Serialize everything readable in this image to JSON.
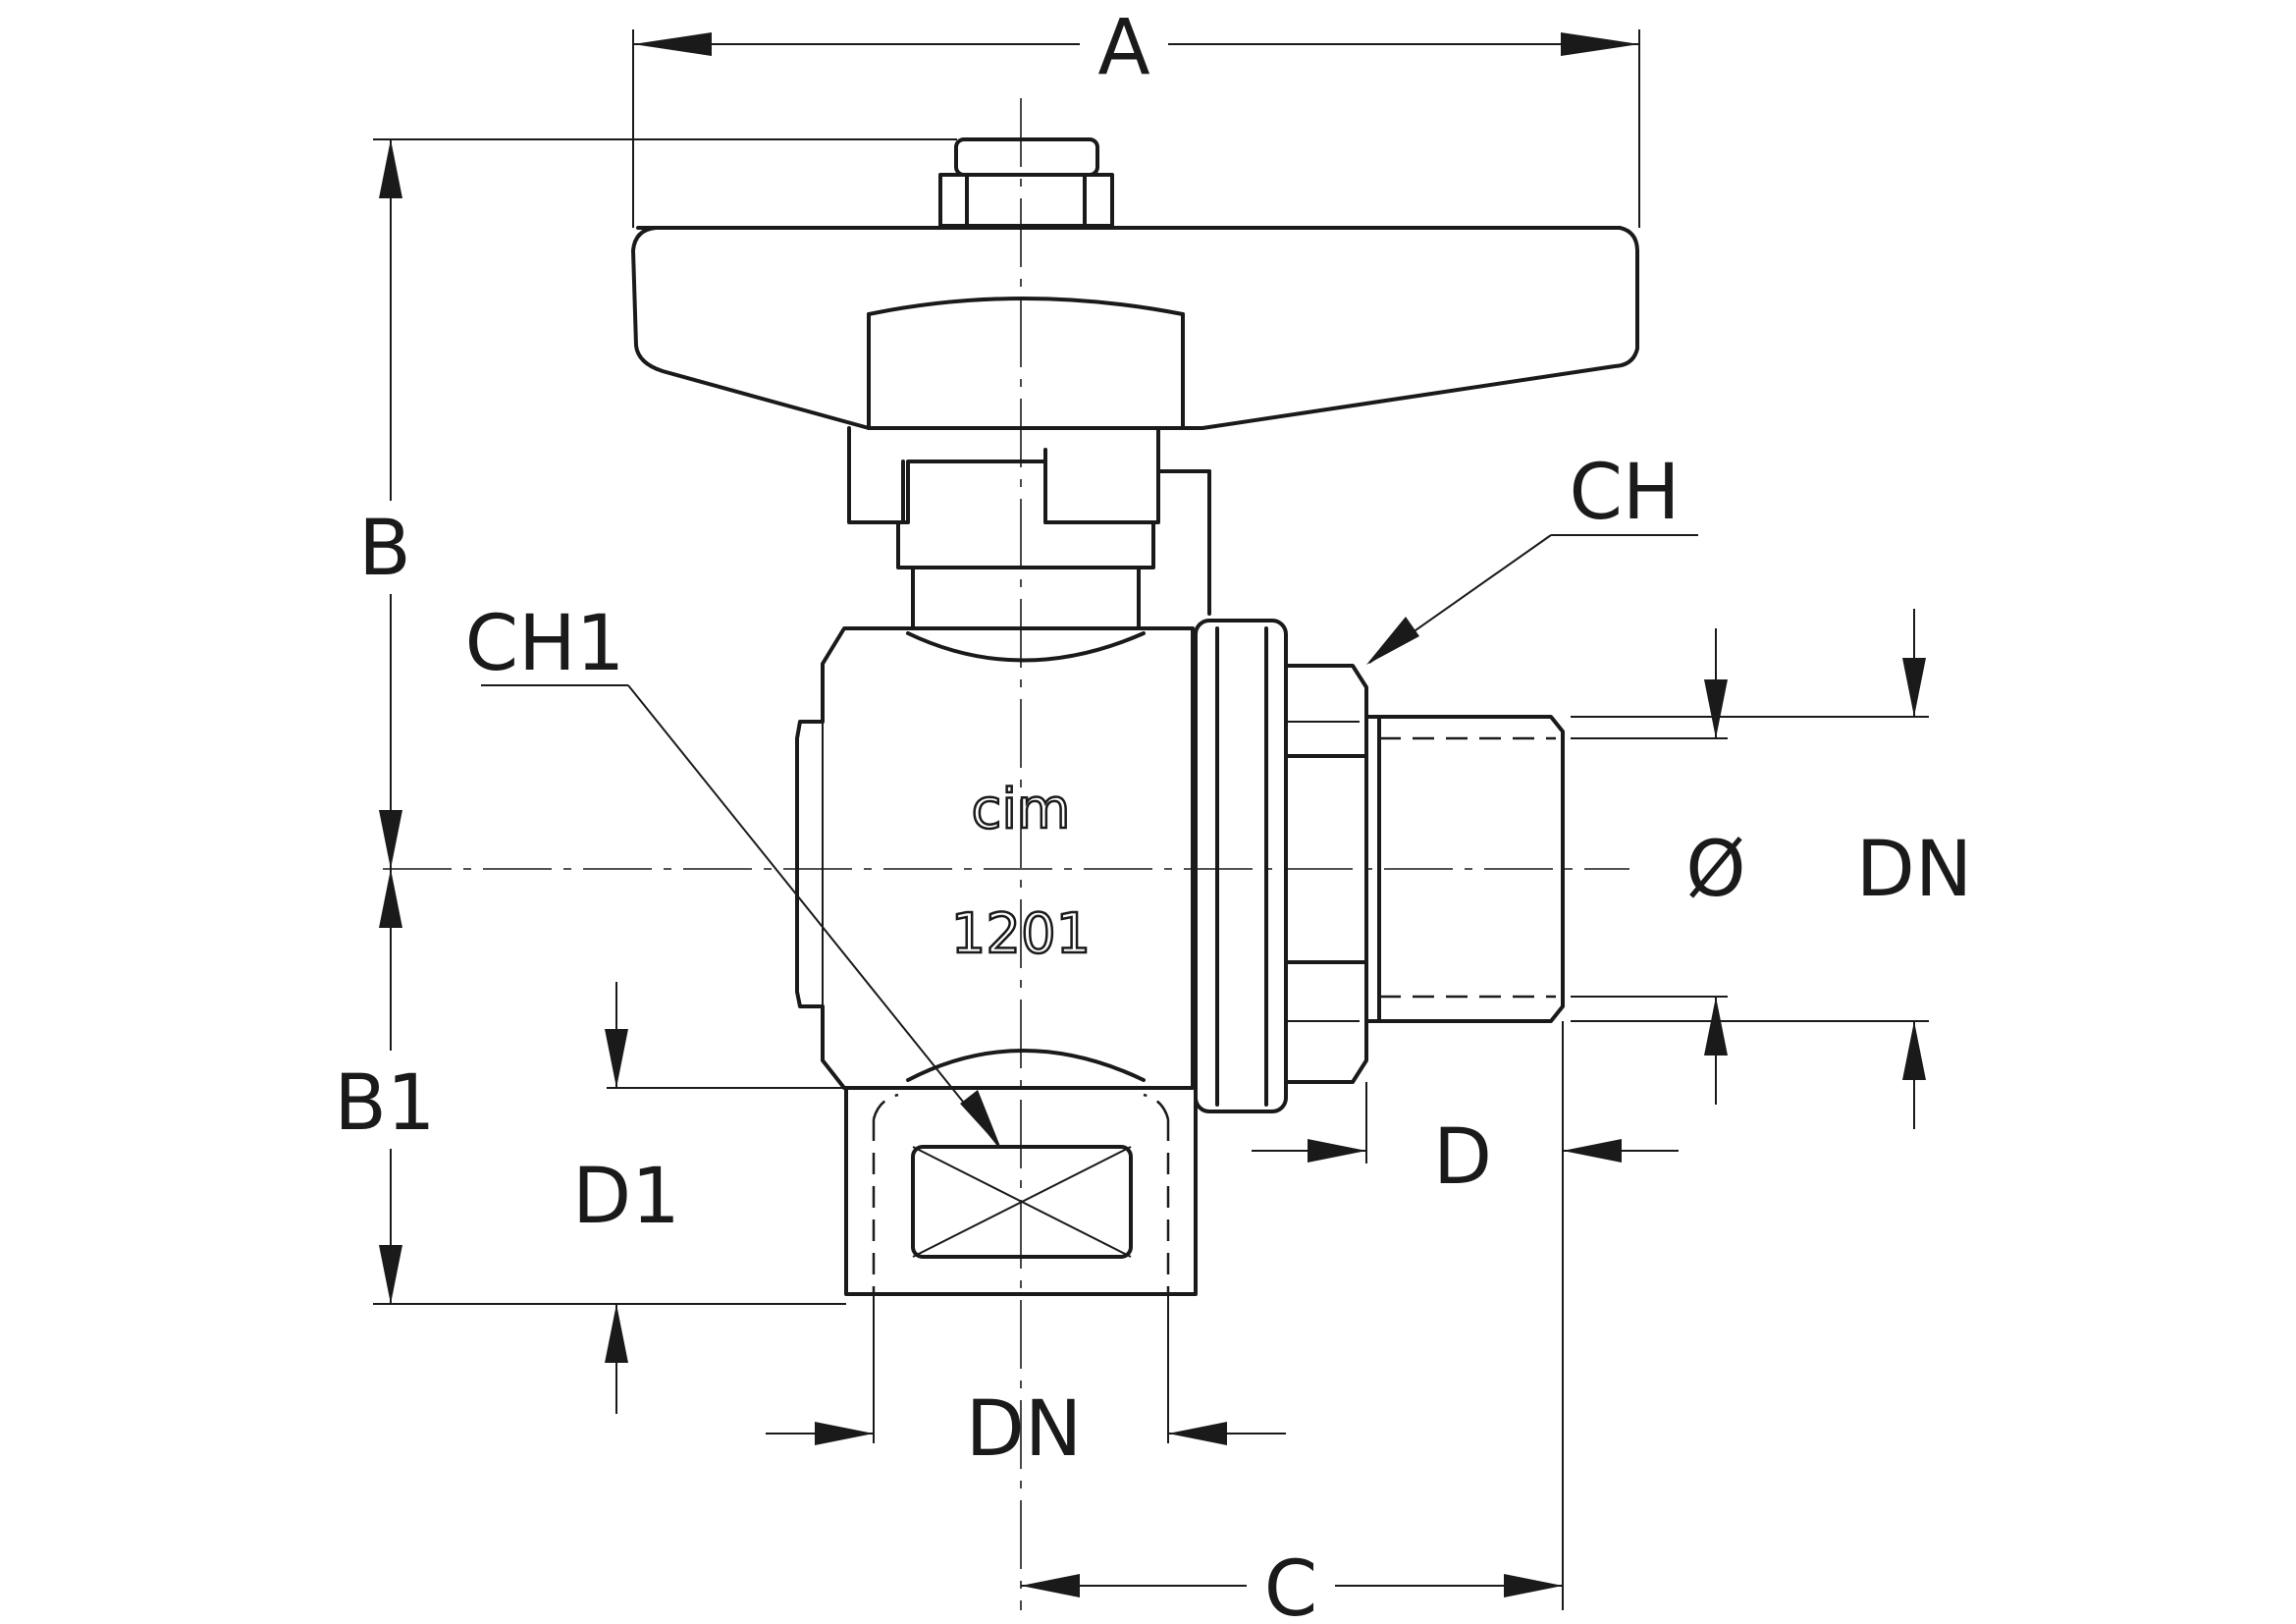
{
  "labels": {
    "A": "A",
    "B": "B",
    "B1": "B1",
    "C": "C",
    "D": "D",
    "D1": "D1",
    "CH": "CH",
    "CH1": "CH1",
    "DN_right": "DN",
    "DN_bottom": "DN",
    "diameter": "Ø"
  },
  "body_marks": {
    "brand": "cim",
    "model": "1201"
  },
  "colors": {
    "line": "#1a1a1a",
    "background": "#ffffff"
  }
}
